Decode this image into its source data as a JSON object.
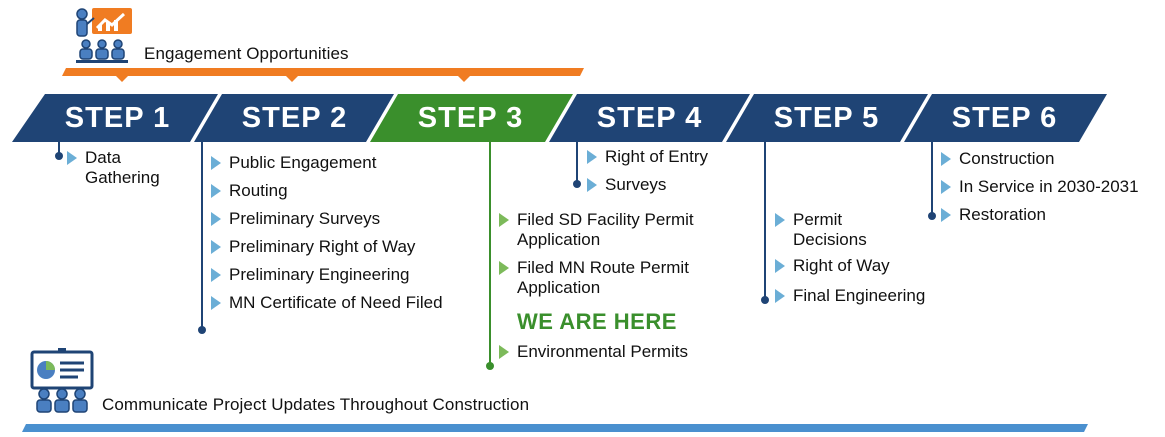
{
  "top_banner": {
    "label": "Engagement Opportunities",
    "icon": "presentation-chart-icon"
  },
  "bottom_banner": {
    "label": "Communicate Project Updates Throughout Construction",
    "icon": "audience-board-icon"
  },
  "colors": {
    "navy": "#1f4475",
    "green": "#3a8f2c",
    "orange": "#f07c22",
    "blue_bar": "#4a90cf",
    "bullet": "#6baed6"
  },
  "steps": [
    {
      "label": "STEP 1",
      "items": [
        "Data Gathering"
      ]
    },
    {
      "label": "STEP 2",
      "items": [
        "Public Engagement",
        "Routing",
        "Preliminary Surveys",
        "Preliminary Right of Way",
        "Preliminary Engineering",
        "MN Certificate of Need Filed"
      ]
    },
    {
      "label": "STEP 3",
      "items": [
        "Filed SD Facility Permit Application",
        "Filed MN Route Permit Application",
        "Environmental Permits"
      ],
      "marker": "WE ARE HERE"
    },
    {
      "label": "STEP 4",
      "items": [
        "Right of Entry",
        "Surveys"
      ]
    },
    {
      "label": "STEP 5",
      "items": [
        "Permit Decisions",
        "Right of Way",
        "Final Engineering"
      ]
    },
    {
      "label": "STEP 6",
      "items": [
        "Construction",
        "In Service in 2030-2031",
        "Restoration"
      ]
    }
  ]
}
